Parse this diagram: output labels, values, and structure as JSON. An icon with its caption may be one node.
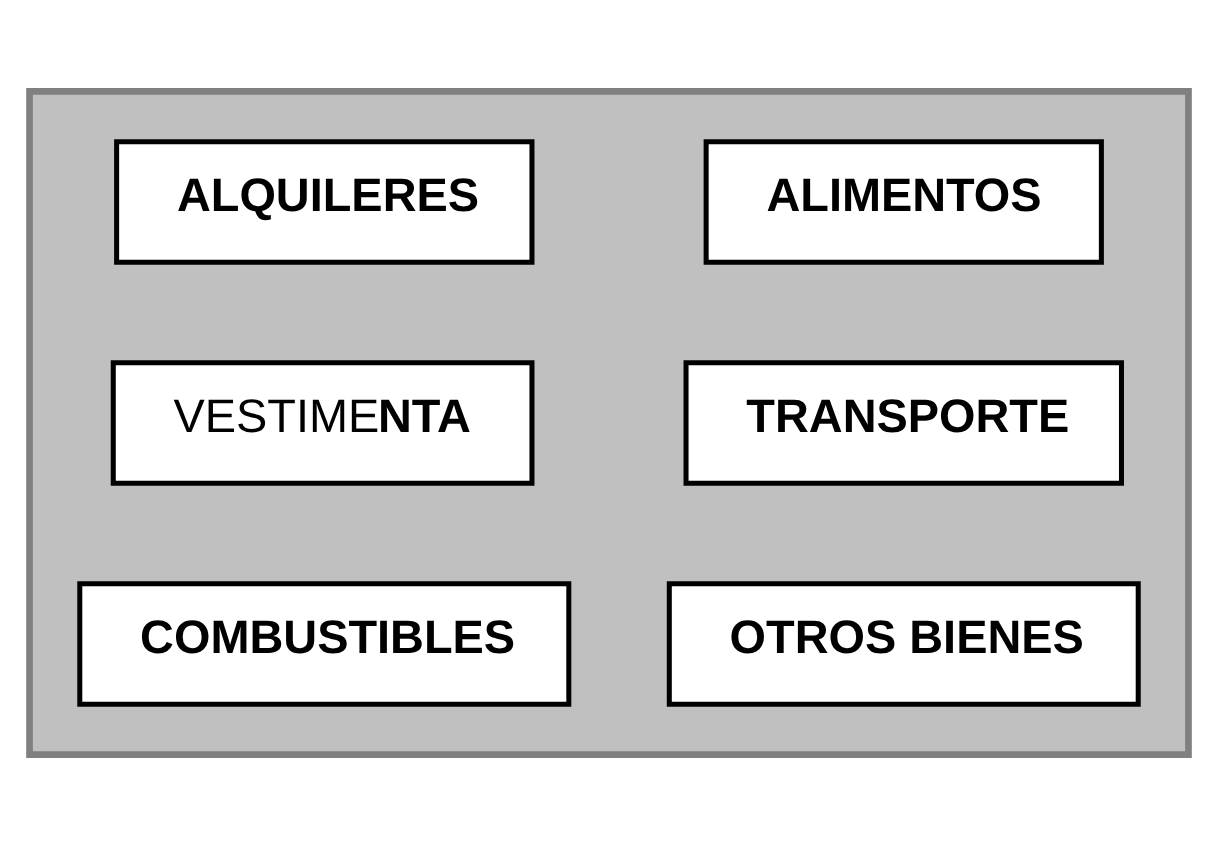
{
  "diagram": {
    "nodes": [
      {
        "text": [],
        "shape": "box"
      },
      {
        "text": [
          "ALQUILERES"
        ],
        "in": 0
      },
      {
        "text": [
          "ALIMENTOS"
        ],
        "in": 0
      },
      {
        "text": [
          "VESTIME**NTA**"
        ],
        "in": 0
      },
      {
        "text": [
          "TRANSPORTE"
        ],
        "in": 0
      },
      {
        "text": [
          "COMBUSTIBLES"
        ],
        "in": 0
      },
      {
        "text": [
          "OTROS BIENES"
        ],
        "in": 0
      }
    ]
  }
}
